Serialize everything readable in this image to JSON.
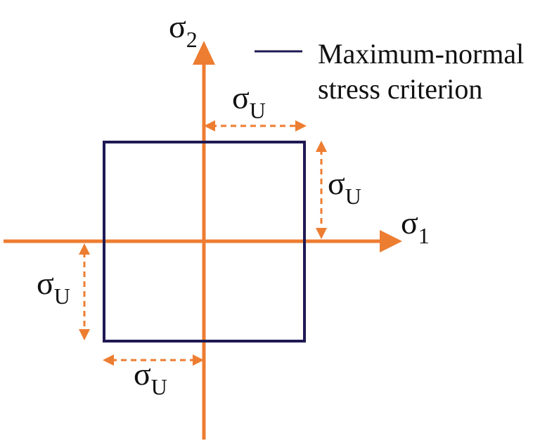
{
  "diagram": {
    "axes": {
      "horizontal": {
        "symbol": "σ",
        "subscript": "1"
      },
      "vertical": {
        "symbol": "σ",
        "subscript": "2"
      }
    },
    "legend": {
      "line1": "Maximum-normal",
      "line2": "stress criterion"
    },
    "dimensions": {
      "top_right_horizontal": {
        "symbol": "σ",
        "subscript": "U"
      },
      "right_vertical": {
        "symbol": "σ",
        "subscript": "U"
      },
      "left_vertical": {
        "symbol": "σ",
        "subscript": "U"
      },
      "bottom_left_horizontal": {
        "symbol": "σ",
        "subscript": "U"
      }
    },
    "colors": {
      "axis": "#ED7D31",
      "criterion": "#1F1A54",
      "dimension": "#ED7D31",
      "text": "#111111"
    }
  }
}
